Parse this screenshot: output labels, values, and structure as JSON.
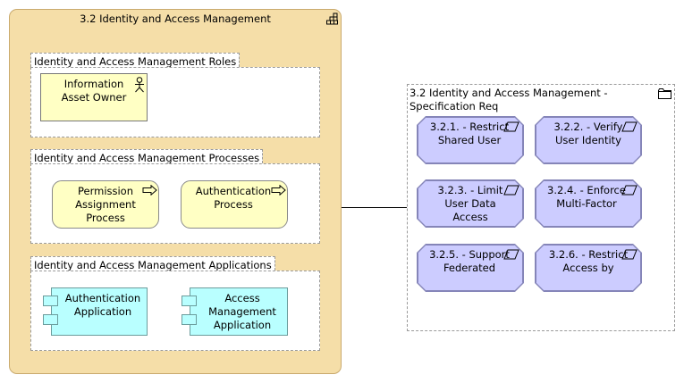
{
  "main": {
    "title": "3.2 Identity and Access Management",
    "roles": {
      "label": "Identity and Access Management Roles",
      "items": [
        {
          "label": "Information Asset Owner"
        }
      ]
    },
    "processes": {
      "label": "Identity and Access Management Processes",
      "items": [
        {
          "label": "Permission Assignment Process"
        },
        {
          "label": "Authentication Process"
        }
      ]
    },
    "applications": {
      "label": "Identity and Access Management Applications",
      "items": [
        {
          "label": "Authentication Application"
        },
        {
          "label": "Access Management Application"
        }
      ]
    }
  },
  "spec": {
    "title": "3.2 Identity and Access Management - Specification Req",
    "items": [
      {
        "label": "3.2.1. - Restrict Shared User"
      },
      {
        "label": "3.2.2. - Verify User Identity"
      },
      {
        "label": "3.2.3. - Limit User Data Access"
      },
      {
        "label": "3.2.4. - Enforce Multi-Factor"
      },
      {
        "label": "3.2.5. - Support Federated"
      },
      {
        "label": "3.2.6. - Restrict Access by"
      }
    ]
  },
  "icons": {
    "main": "grouping-icon",
    "spec": "folder-icon",
    "role": "actor-icon",
    "process": "process-arrow-icon",
    "requirement": "requirement-icon"
  },
  "colors": {
    "main_fill": "#f5dea8",
    "role_fill": "#ffffc4",
    "application_fill": "#b9ffff",
    "requirement_fill": "#ccccff"
  }
}
